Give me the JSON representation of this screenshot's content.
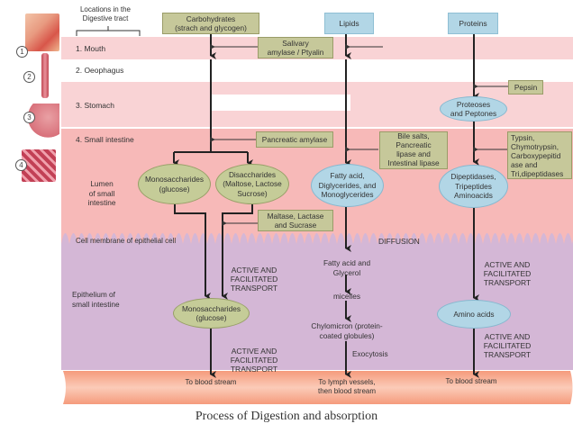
{
  "header": {
    "locations_title": "Locations in the\nDigestive tract"
  },
  "organ_images": [
    {
      "number": "1",
      "name": "mouth-image"
    },
    {
      "number": "2",
      "name": "oesophagus-image"
    },
    {
      "number": "3",
      "name": "stomach-image"
    },
    {
      "number": "4",
      "name": "small-intestine-image"
    }
  ],
  "rows": {
    "mouth": "1. Mouth",
    "oesophagus": "2. Oeophagus",
    "stomach": "3. Stomach",
    "small_intestine": "4. Small intestine",
    "lumen": "Lumen\nof small\nintestine",
    "cell_membrane": "Cell membrane of epithelial cell",
    "epithelium": "Epithelium of\nsmall intestine"
  },
  "columns": {
    "carbohydrates": "Carbohydrates\n(strach and glycogen)",
    "lipids": "Lipids",
    "proteins": "Proteins"
  },
  "enzymes": {
    "salivary": "Salivary\namylase / Ptyalin",
    "pepsin": "Pepsin",
    "pancreatic_amylase": "Pancreatic amylase",
    "bile": "Bile salts,\nPancreatic\nlipase and\nIntestinal lipase",
    "trypsin": "Typsin,\nChymotrypsin,\nCarboxypepitid\nase and\nTri,dipeptidases",
    "maltase": "Maltase, Lactase\nand Sucrase"
  },
  "products": {
    "proteoses": "Proteoses\nand Peptones",
    "monosaccharides_lumen": "Monosaccharides\n(glucose)",
    "disaccharides": "Disaccharides\n(Maltose, Lactose\nSucrose)",
    "fatty_acid_lumen": "Fatty acid,\nDiglycerides, and\nMonoglycerides",
    "dipeptidases": "Dipeptidases,\nTripeptides\nAminoacids",
    "monosaccharides_epi": "Monosaccharides\n(glucose)",
    "fatty_acid_glycerol": "Fatty acid and\nGlycerol",
    "micelles": "micelles",
    "chylomicron": "Chylomicron (protein-\ncoated globules)",
    "amino_acids": "Amino acids"
  },
  "processes": {
    "diffusion": "DIFFUSION",
    "active_carb_1": "ACTIVE AND\nFACILITATED\nTRANSPORT",
    "active_carb_2": "ACTIVE AND\nFACILITATED\nTRANSPORT",
    "active_prot_1": "ACTIVE AND\nFACILITATED\nTRANSPORT",
    "active_prot_2": "ACTIVE AND\nFACILITATED\nTRANSPORT",
    "exocytosis": "Exocytosis"
  },
  "vessel": {
    "carb": "To blood stream",
    "lipid": "To lymph vessels,\nthen blood stream",
    "protein": "To blood stream"
  },
  "caption": "Process of Digestion and absorption",
  "colors": {
    "light_pink": "#f9d3d5",
    "lumen_pink": "#f7b9b8",
    "epithelium_purple": "#d4b7d6",
    "vessel_salmon": "#f7a486",
    "enzyme_green": "#c6c89a",
    "lipid_blue": "#b2d6e6"
  }
}
